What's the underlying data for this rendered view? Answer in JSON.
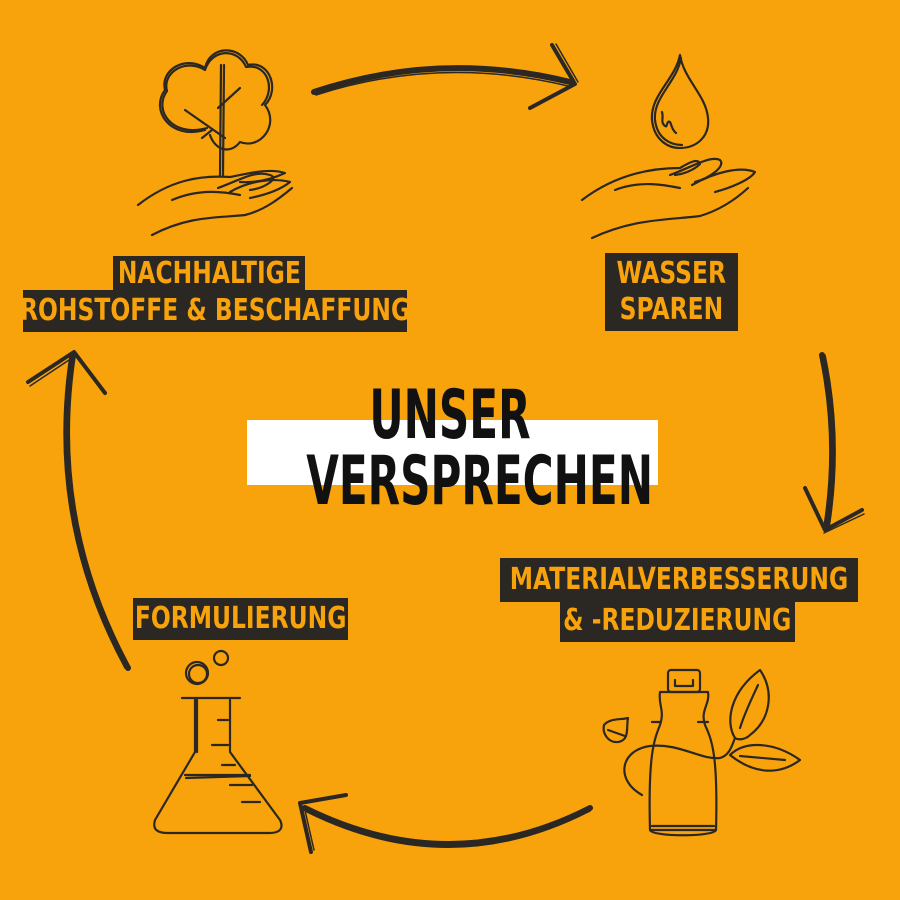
{
  "colors": {
    "background": "#f9a30c",
    "label_bg": "#2b2722",
    "label_text": "#f9a30c",
    "center_band": "#ffffff",
    "center_text": "#111111",
    "line": "#2b2722"
  },
  "center": {
    "line1": "UNSER",
    "line2": "VERSPRECHEN"
  },
  "steps": [
    {
      "id": "rohstoffe",
      "icon": "tree-in-hand-icon",
      "label_lines": [
        "NACHHALTIGE",
        "ROHSTOFFE & BESCHAFFUNG"
      ]
    },
    {
      "id": "wasser",
      "icon": "water-drop-in-hand-icon",
      "label_lines": [
        "WASSER",
        "SPAREN"
      ]
    },
    {
      "id": "material",
      "icon": "bottle-with-leaves-icon",
      "label_lines": [
        "MATERIALVERBESSERUNG",
        "& -REDUZIERUNG"
      ]
    },
    {
      "id": "formulierung",
      "icon": "lab-flask-icon",
      "label_lines": [
        "FORMULIERUNG"
      ]
    }
  ],
  "arrows": [
    {
      "from": "rohstoffe",
      "to": "wasser",
      "direction": "right"
    },
    {
      "from": "wasser",
      "to": "material",
      "direction": "down"
    },
    {
      "from": "material",
      "to": "formulierung",
      "direction": "left"
    },
    {
      "from": "formulierung",
      "to": "rohstoffe",
      "direction": "up"
    }
  ]
}
